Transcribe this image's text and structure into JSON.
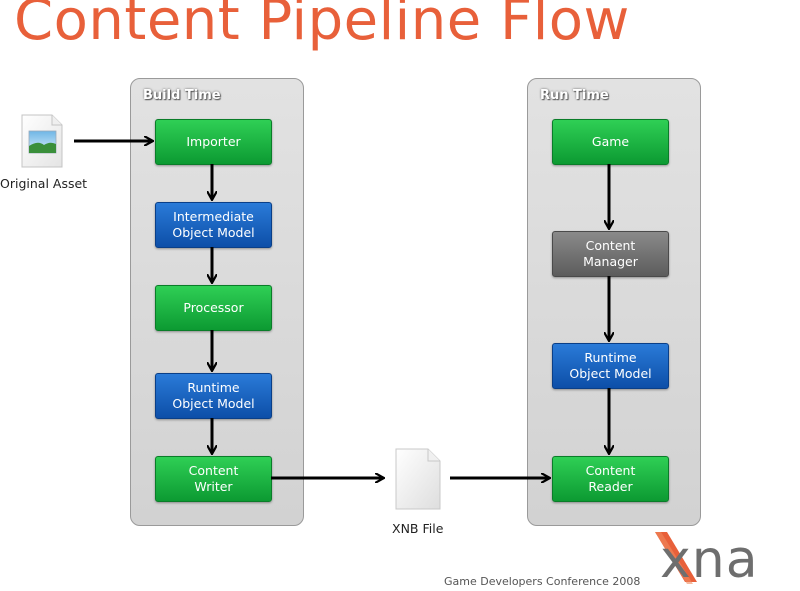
{
  "slide": {
    "title": "Content Pipeline Flow",
    "footer": "Game Developers Conference 2008",
    "logo_text": "xna"
  },
  "colors": {
    "title": "#e8603a",
    "green_node": "#1bb743",
    "blue_node": "#1565c0",
    "gray_node": "#6e6e6e",
    "panel": "#d9d9d9"
  },
  "build_time": {
    "label": "Build Time",
    "nodes": {
      "importer": "Importer",
      "intermediate": "Intermediate\nObject Model",
      "processor": "Processor",
      "runtime_model": "Runtime\nObject Model",
      "content_writer": "Content\nWriter"
    }
  },
  "run_time": {
    "label": "Run Time",
    "nodes": {
      "game": "Game",
      "content_manager": "Content\nManager",
      "runtime_model": "Runtime\nObject Model",
      "content_reader": "Content\nReader"
    }
  },
  "original_asset": {
    "label": "Original Asset",
    "icon": "image-file-icon"
  },
  "xnb_file": {
    "label": "XNB File",
    "icon": "document-icon"
  }
}
